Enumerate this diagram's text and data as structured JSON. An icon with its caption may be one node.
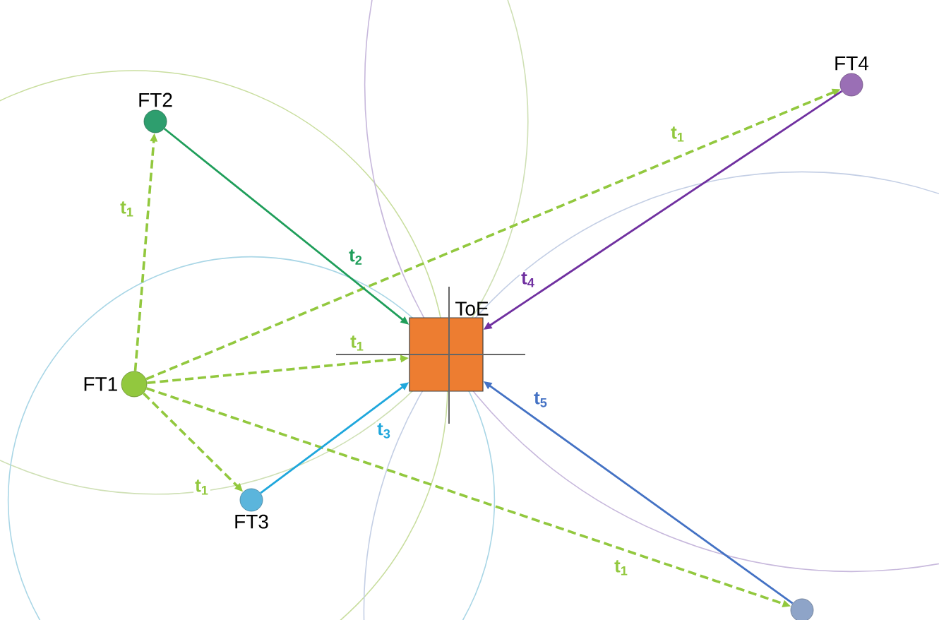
{
  "diagram": {
    "nodes": [
      {
        "text": [
          "FT1"
        ]
      },
      {
        "text": [
          "FT2"
        ]
      },
      {
        "text": [
          "FT3"
        ]
      },
      {
        "text": [
          "FT4"
        ]
      },
      {
        "text": [],
        "shape": "circle"
      },
      {
        "text": [
          "ToE"
        ]
      }
    ],
    "edges": [
      {
        "from": 0,
        "to": 1,
        "arrow": "to",
        "label": "t$_{1}$",
        "style": "dashed"
      },
      {
        "from": 0,
        "to": 3,
        "arrow": "to",
        "label": "t$_{1}$",
        "style": "dashed"
      },
      {
        "from": 0,
        "to": 5,
        "arrow": "to",
        "label": "t$_{1}$",
        "style": "dashed"
      },
      {
        "from": 0,
        "to": 2,
        "arrow": "to",
        "label": "t$_{1}$",
        "style": "dashed"
      },
      {
        "from": 0,
        "to": 4,
        "arrow": "to",
        "label": "t$_{1}$",
        "style": "dashed"
      },
      {
        "from": 1,
        "to": 5,
        "arrow": "to",
        "label": "t$_{2}$",
        "color": "#1f9e5a"
      },
      {
        "from": 3,
        "to": 5,
        "arrow": "to",
        "label": "t$_{4}$",
        "color": "#7030a0"
      },
      {
        "from": 2,
        "to": 5,
        "arrow": "to",
        "label": "t$_{3}$",
        "color": "#1fa7dc"
      },
      {
        "from": 4,
        "to": 5,
        "arrow": "to",
        "label": "t$_{5}$",
        "color": "#4472c4"
      }
    ]
  }
}
